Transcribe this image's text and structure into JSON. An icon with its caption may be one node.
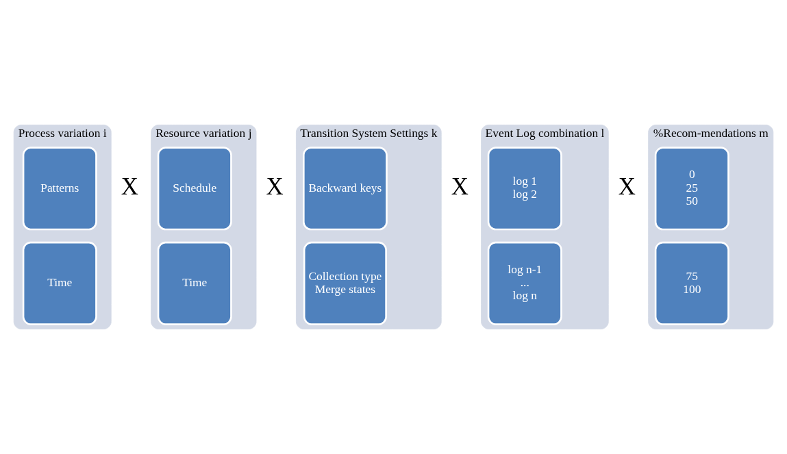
{
  "diagram": {
    "nodes": [
      {
        "text": [
          "Process variation i"
        ]
      },
      {
        "text": [
          "Patterns"
        ],
        "in": 0
      },
      {
        "text": [
          "Time"
        ],
        "in": 0
      },
      {
        "text": [
          "Resource variation j"
        ]
      },
      {
        "text": [
          "Schedule"
        ],
        "in": 3
      },
      {
        "text": [
          "Time"
        ],
        "in": 3
      },
      {
        "text": [
          "Transition System Settings k"
        ]
      },
      {
        "text": [
          "Backward keys"
        ],
        "in": 6
      },
      {
        "text": [
          "Collection type",
          "Merge states"
        ],
        "in": 6
      },
      {
        "text": [
          "Event Log combination l"
        ]
      },
      {
        "text": [
          "log 1",
          "log 2"
        ],
        "in": 9
      },
      {
        "text": [
          "log n-1",
          "...",
          "log n"
        ],
        "in": 9
      },
      {
        "text": [
          "%Recom-mendations m"
        ]
      },
      {
        "text": [
          "0",
          "25",
          "50"
        ],
        "in": 12
      },
      {
        "text": [
          "75",
          "100"
        ],
        "in": 12
      }
    ],
    "edges": [],
    "labels": [
      "X",
      "X",
      "X",
      "X"
    ]
  }
}
